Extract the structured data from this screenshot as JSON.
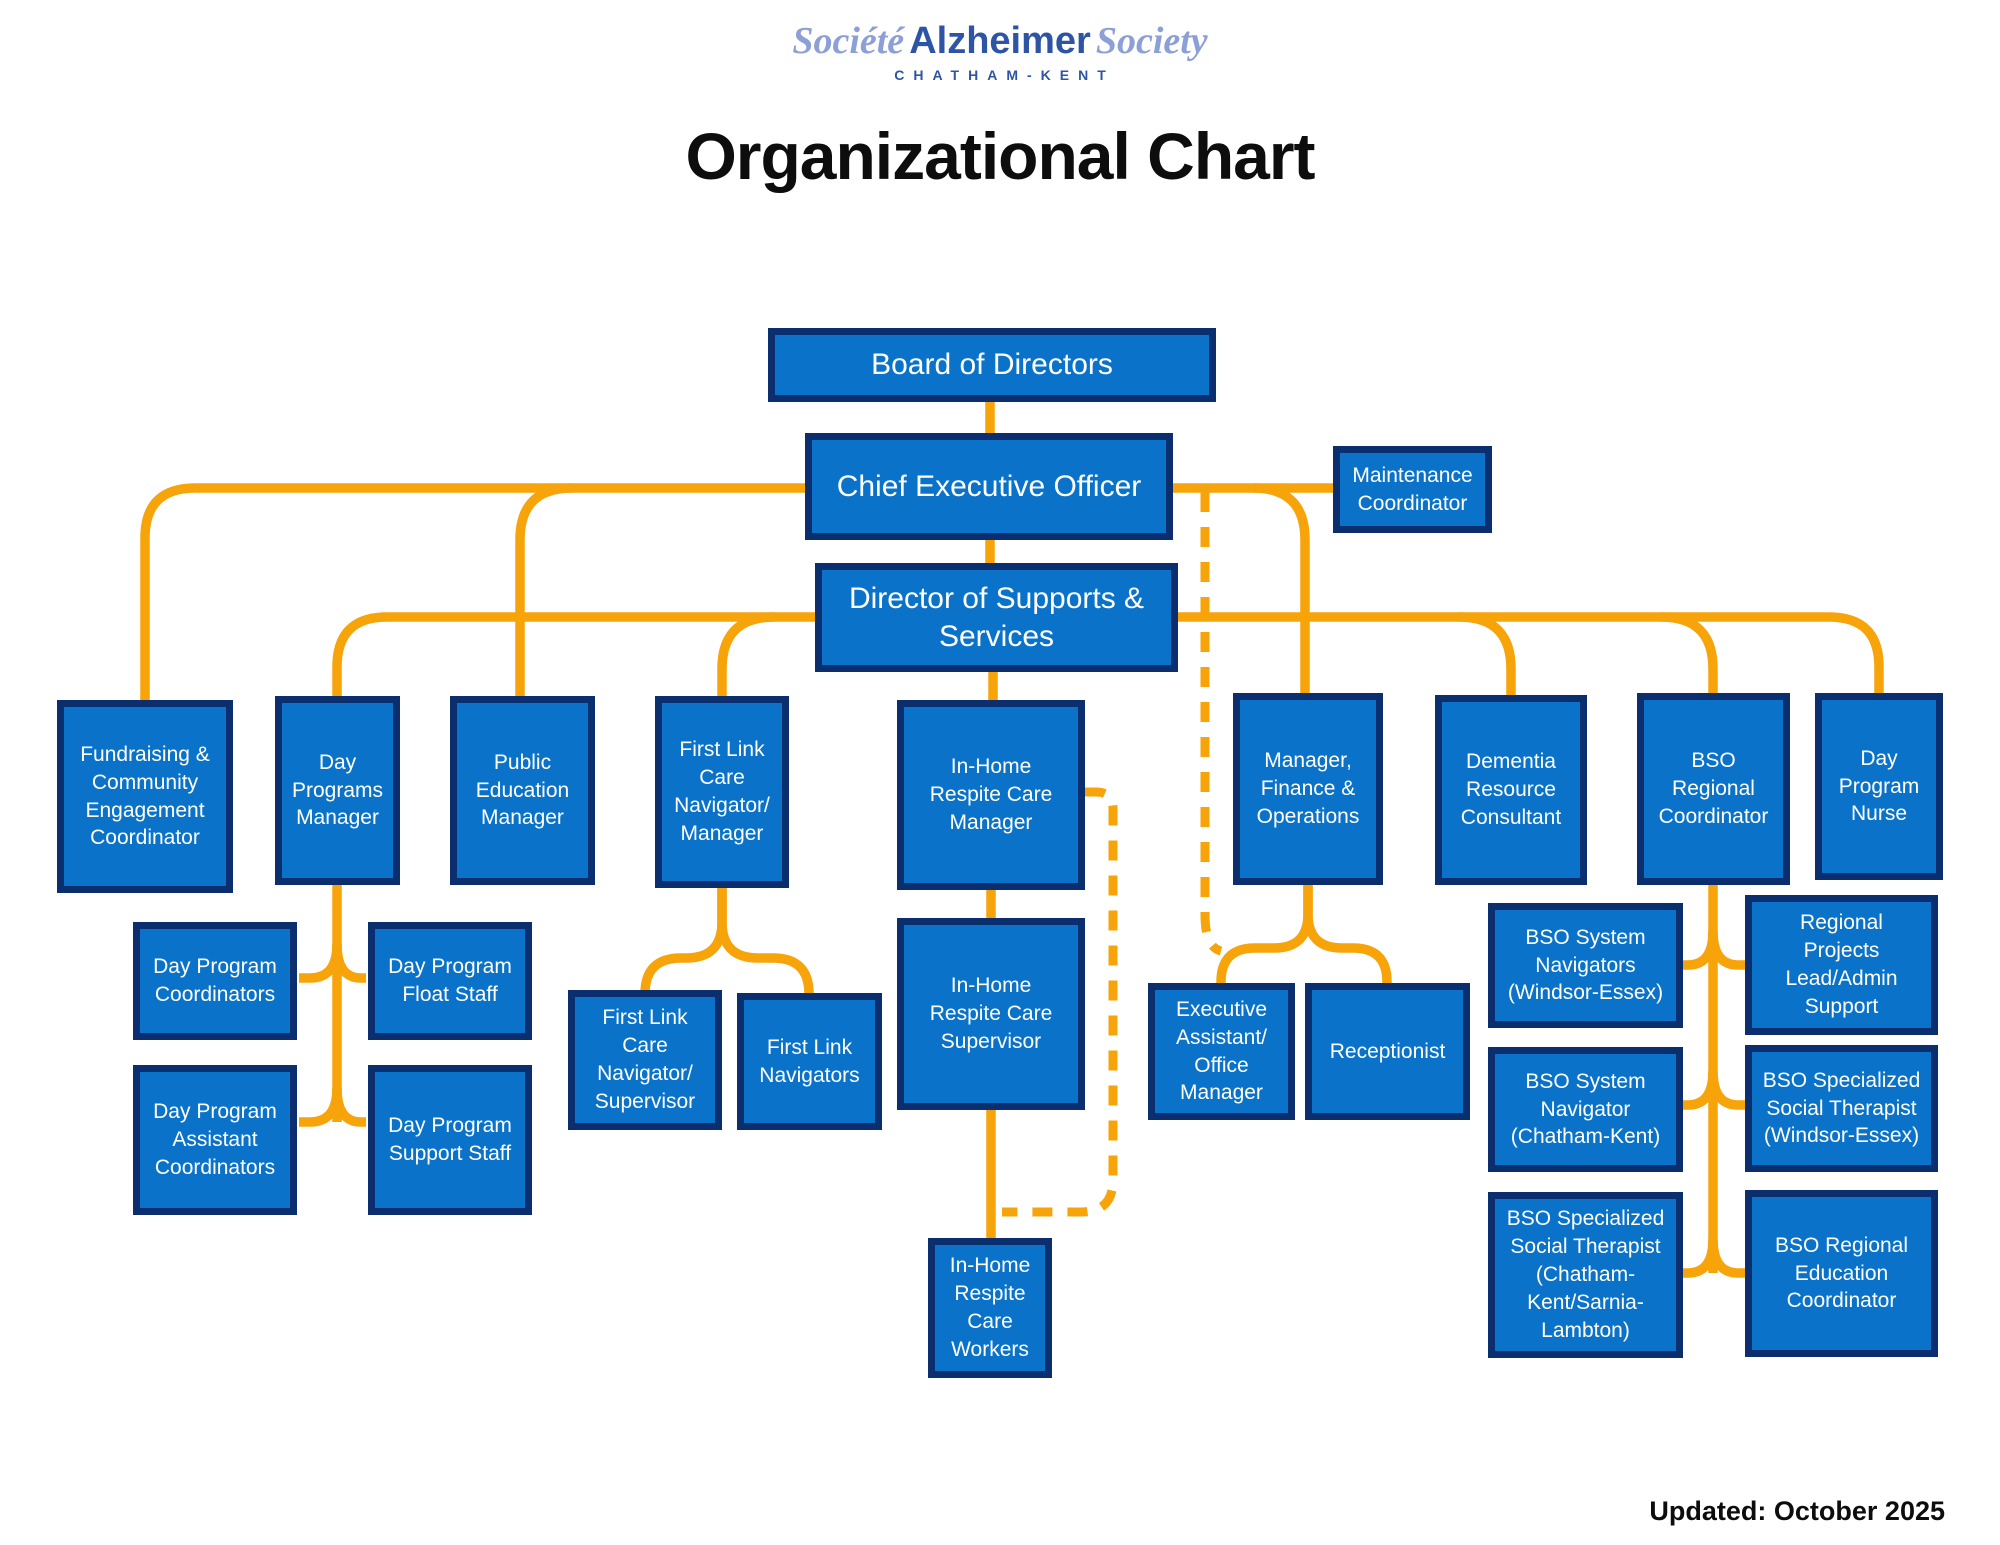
{
  "logo": {
    "word1": "Société",
    "word2": "Alzheimer",
    "word3": "Society",
    "subtitle": "CHATHAM-KENT"
  },
  "title": "Organizational Chart",
  "footer": {
    "updated": "Updated: October 2025"
  },
  "colors": {
    "box_fill": "#0a73c9",
    "box_border": "#0a2e6e",
    "connector_orange": "#f7a30a",
    "logo_periwinkle": "#8c9fd6",
    "logo_blue": "#2e55a5"
  },
  "nodes": {
    "board": {
      "label": "Board of Directors"
    },
    "ceo": {
      "label": "Chief Executive Officer"
    },
    "maintenance": {
      "label": "Maintenance Coordinator"
    },
    "director": {
      "label": "Director of Supports & Services"
    },
    "fundraising": {
      "label": "Fundraising & Community Engagement Coordinator"
    },
    "day_programs_manager": {
      "label": "Day Programs Manager"
    },
    "public_education_manager": {
      "label": "Public Education Manager"
    },
    "first_link_manager": {
      "label": "First Link Care Navigator/ Manager"
    },
    "in_home_manager": {
      "label": "In-Home Respite Care Manager"
    },
    "manager_finance": {
      "label": "Manager, Finance & Operations"
    },
    "dementia_consultant": {
      "label": "Dementia Resource Consultant"
    },
    "bso_regional_coordinator": {
      "label": "BSO Regional Coordinator"
    },
    "day_program_nurse": {
      "label": "Day Program Nurse"
    },
    "day_program_coordinators": {
      "label": "Day Program Coordinators"
    },
    "day_program_float_staff": {
      "label": "Day Program Float Staff"
    },
    "day_program_assistant_coordinators": {
      "label": "Day Program Assistant Coordinators"
    },
    "day_program_support_staff": {
      "label": "Day Program Support Staff"
    },
    "first_link_supervisor": {
      "label": "First Link Care Navigator/ Supervisor"
    },
    "first_link_navigators": {
      "label": "First Link Navigators"
    },
    "in_home_supervisor": {
      "label": "In-Home Respite Care Supervisor"
    },
    "in_home_workers": {
      "label": "In-Home Respite Care Workers"
    },
    "executive_assistant": {
      "label": "Executive Assistant/ Office Manager"
    },
    "receptionist": {
      "label": "Receptionist"
    },
    "bso_system_navigators_we": {
      "label": "BSO System Navigators (Windsor-Essex)"
    },
    "regional_projects_lead": {
      "label": "Regional Projects Lead/Admin Support"
    },
    "bso_system_navigator_ck": {
      "label": "BSO System Navigator (Chatham-Kent)"
    },
    "bso_specialized_we": {
      "label": "BSO Specialized Social Therapist (Windsor-Essex)"
    },
    "bso_specialized_ck": {
      "label": "BSO Specialized Social Therapist (Chatham-Kent/Sarnia-Lambton)"
    },
    "bso_regional_education": {
      "label": "BSO Regional Education Coordinator"
    }
  }
}
